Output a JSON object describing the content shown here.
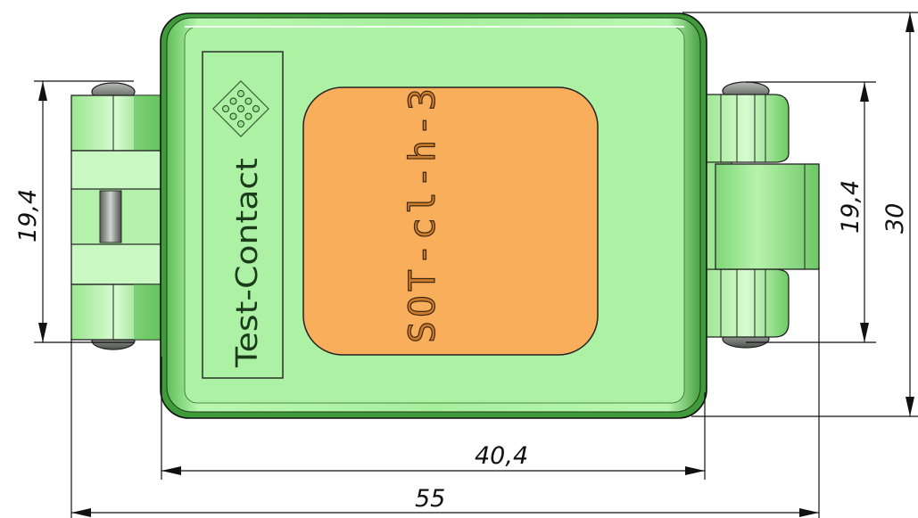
{
  "labels": {
    "brand": "Test-Contact",
    "model": "SOT-cl-h-3"
  },
  "dimensions": {
    "width_body": "40,4",
    "width_total": "55",
    "height_left": "19,4",
    "height_right": "19,4",
    "height_total": "30"
  },
  "colors": {
    "body_green": "#a8f0a0",
    "body_green_dark": "#4fa84a",
    "window_orange": "#f9ae5c",
    "screw_gray": "#7a7f7a"
  }
}
